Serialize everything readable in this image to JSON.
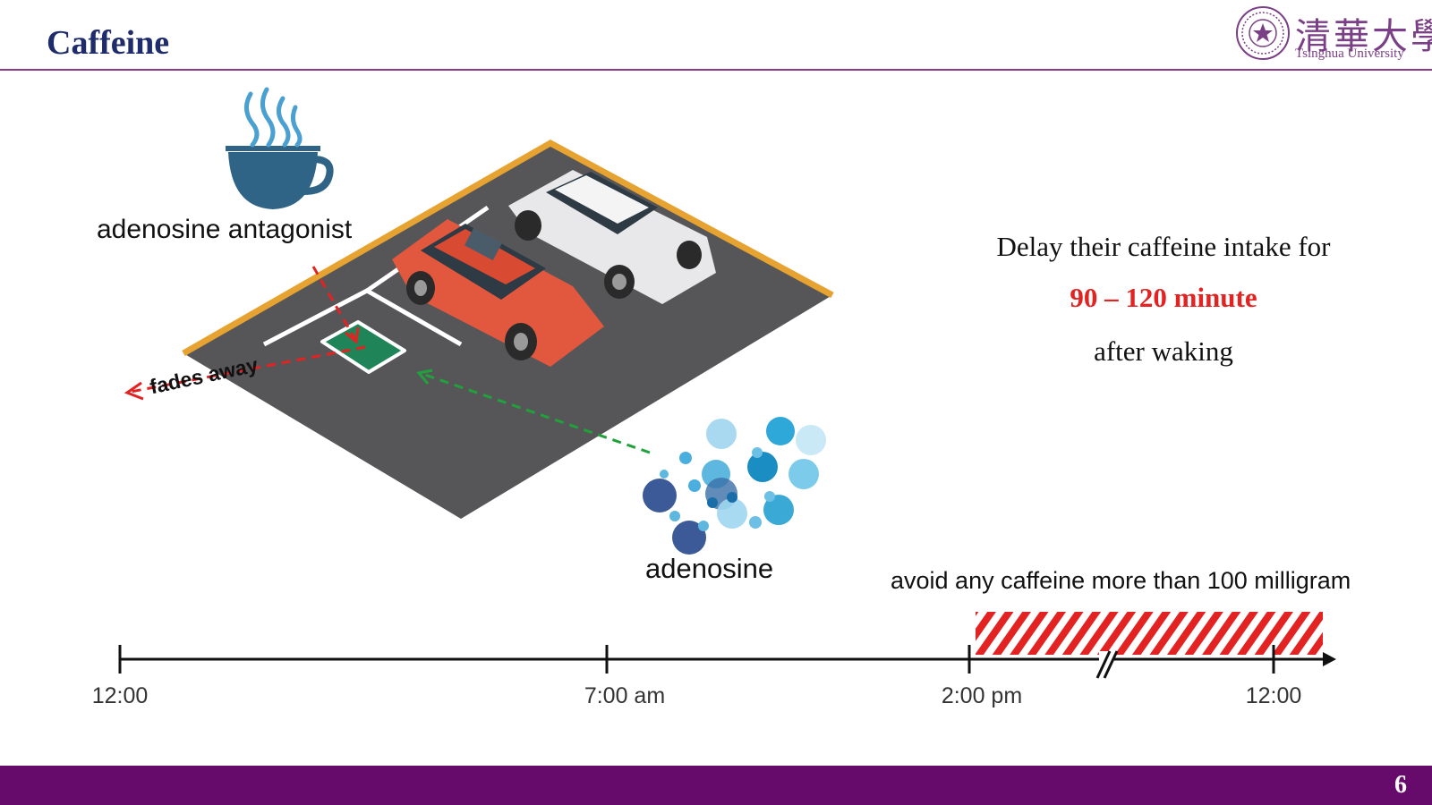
{
  "header": {
    "title": "Caffeine",
    "logo_cn": "清華大學",
    "logo_en": "Tsinghua University"
  },
  "scene": {
    "cup_icon": "coffee-cup-icon",
    "antagonist_label": "adenosine antagonist",
    "fades_label": "fades away",
    "adenosine_label": "adenosine"
  },
  "advice": {
    "line1": "Delay their caffeine intake for",
    "line2": "90 – 120 minute",
    "line3": "after waking",
    "highlight_color": "#e32222"
  },
  "timeline": {
    "ticks": [
      "12:00",
      "7:00 am",
      "2:00 pm",
      "12:00"
    ],
    "avoid_label": "avoid any caffeine more than 100 milligram",
    "hatch_color": "#e32222"
  },
  "footer": {
    "page_number": "6",
    "bar_color": "#660a6b"
  }
}
